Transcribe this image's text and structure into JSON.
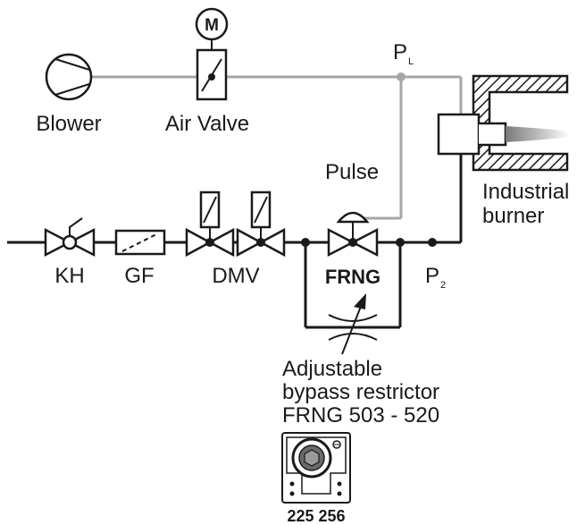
{
  "labels": {
    "motor": "M",
    "blower": "Blower",
    "air_valve": "Air Valve",
    "pl_main": "P",
    "pl_sub": "L",
    "pulse": "Pulse",
    "burner_line1": "Industrial",
    "burner_line2": "burner",
    "kh": "KH",
    "gf": "GF",
    "dmv": "DMV",
    "frng": "FRNG",
    "p2_main": "P",
    "p2_sub": "2",
    "restrictor_line1": "Adjustable",
    "restrictor_line2": "bypass restrictor",
    "restrictor_line3": "FRNG 503 - 520",
    "part_number": "225 256"
  },
  "colors": {
    "gas_pipe": "#1a1a1a",
    "air_pipe": "#a6a6a6"
  },
  "icons": [
    "blower-icon",
    "motor-icon",
    "air-valve-icon",
    "ball-valve-icon",
    "gas-filter-icon",
    "solenoid-valve-icon",
    "pressure-regulator-icon",
    "restrictor-icon",
    "burner-icon",
    "flame-icon",
    "adjuster-part-icon"
  ]
}
